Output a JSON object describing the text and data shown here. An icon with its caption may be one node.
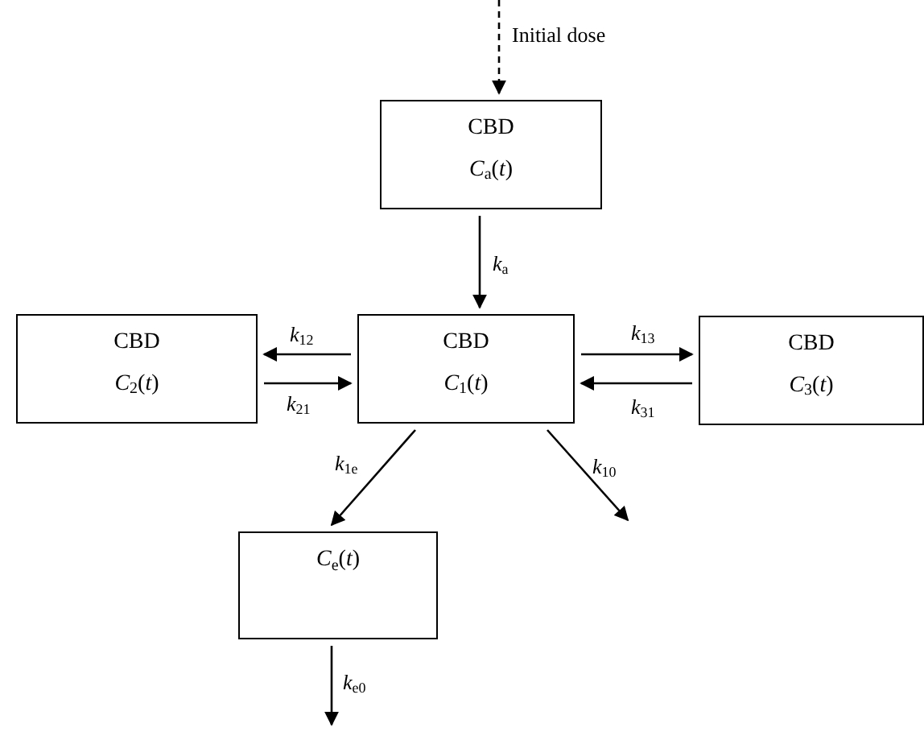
{
  "diagram": {
    "nodes": [
      {
        "text": [
          "CBD",
          "*C*$_{a}$(*t*)"
        ]
      },
      {
        "text": [
          "CBD",
          "*C*$_{2}$(*t*)"
        ]
      },
      {
        "text": [
          "CBD",
          "*C*$_{1}$(*t*)"
        ]
      },
      {
        "text": [
          "CBD",
          "*C*$_{3}$(*t*)"
        ]
      },
      {
        "text": [
          "*C*$_{e}$(*t*)"
        ]
      }
    ],
    "edges": [
      {
        "from": null,
        "to": 0,
        "arrow": "to",
        "style": "dashed",
        "label": "Initial dose"
      },
      {
        "from": 0,
        "to": 2,
        "arrow": "to",
        "label": "*k*$_{a}$"
      },
      {
        "from": 2,
        "to": 1,
        "arrow": "to",
        "label": "*k*$_{12}$"
      },
      {
        "from": 1,
        "to": 2,
        "arrow": "to",
        "label": "*k*$_{21}$"
      },
      {
        "from": 2,
        "to": 3,
        "arrow": "to",
        "label": "*k*$_{13}$"
      },
      {
        "from": 3,
        "to": 2,
        "arrow": "to",
        "label": "*k*$_{31}$"
      },
      {
        "from": 2,
        "to": 4,
        "arrow": "to",
        "label": "*k*$_{1e}$"
      },
      {
        "from": 2,
        "to": null,
        "arrow": "to",
        "label": "*k*$_{10}$"
      },
      {
        "from": 4,
        "to": null,
        "arrow": "to",
        "label": "*k*$_{e0}$"
      }
    ]
  }
}
